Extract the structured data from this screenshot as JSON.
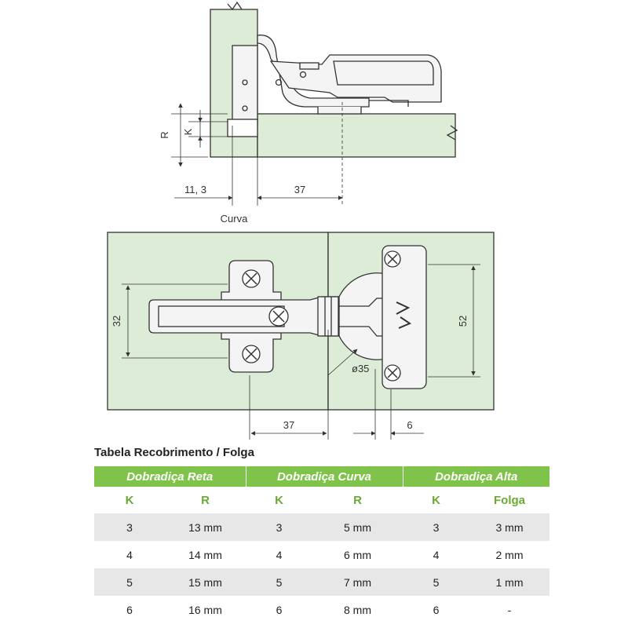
{
  "labels": {
    "r": "R",
    "k": "K",
    "dim_113": "11, 3",
    "dim_37_top": "37",
    "curva": "Curva",
    "dim_32": "32",
    "dim_52": "52",
    "dim_35": "ø35",
    "dim_37_bottom": "37",
    "dim_6": "6"
  },
  "colors": {
    "panel": "#dcecd6",
    "line": "#333333",
    "metal": "#f4f4f4",
    "accent": "#7fc34a",
    "shade": "#e7e7e7"
  },
  "table": {
    "title": "Tabela Recobrimento / Folga",
    "groups": [
      "Dobradiça Reta",
      "Dobradiça Curva",
      "Dobradiça Alta"
    ],
    "columns": [
      "K",
      "R",
      "K",
      "R",
      "K",
      "Folga"
    ],
    "rows": [
      [
        "3",
        "13 mm",
        "3",
        "5 mm",
        "3",
        "3 mm"
      ],
      [
        "4",
        "14 mm",
        "4",
        "6 mm",
        "4",
        "2 mm"
      ],
      [
        "5",
        "15 mm",
        "5",
        "7 mm",
        "5",
        "1 mm"
      ],
      [
        "6",
        "16 mm",
        "6",
        "8 mm",
        "6",
        "-"
      ]
    ]
  }
}
